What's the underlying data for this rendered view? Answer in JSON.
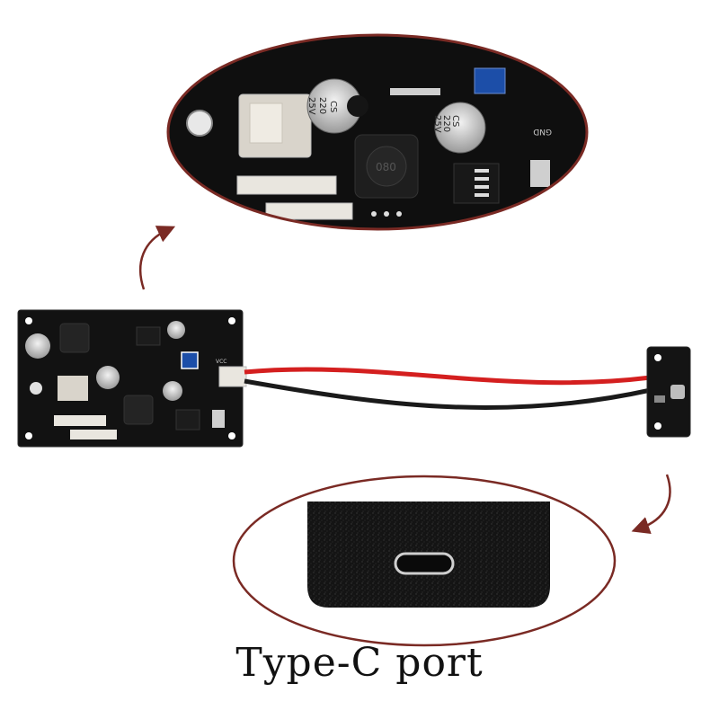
{
  "caption": "Type-C port",
  "colors": {
    "board": "#111111",
    "frame": "#7a2a24",
    "wire_red": "#d41f1f",
    "wire_black": "#1a1a1a",
    "background": "#ffffff"
  },
  "capacitor_labels": [
    "CS",
    "220",
    "25V"
  ],
  "inductor_label": "080",
  "pin_label_vcc": "VCC",
  "pin_label_gnd": "GND"
}
